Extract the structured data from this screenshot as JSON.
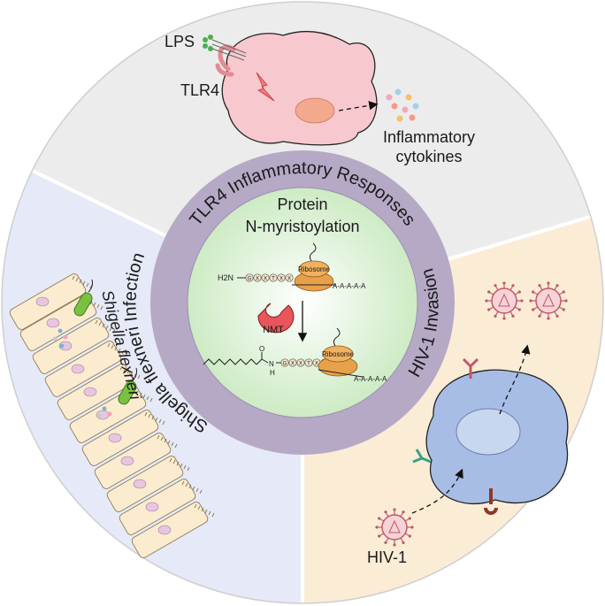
{
  "center": {
    "title_line1": "Protein",
    "title_line2": "N-myristoylation",
    "h2n": "H2N",
    "ribosome_top": "Ribosome",
    "ribosome_bottom": "Ribosome",
    "polya_top": "A-A-A-A-A",
    "polya_bottom": "A-A-A-A-A",
    "enzyme": "NMT",
    "amide_o": "O",
    "amide_h": "H",
    "amide_n": "N",
    "residues": [
      "G",
      "X",
      "X",
      "T",
      "X",
      "X"
    ]
  },
  "ring": {
    "top": "TLR4 Inflammatory Responses",
    "left": "Shigella flexneri Infection",
    "right": "HIV-1 Invasion"
  },
  "top_sector": {
    "lps": "LPS",
    "tlr4": "TLR4",
    "cytokines_line1": "Inflammatory",
    "cytokines_line2": "cytokines"
  },
  "left_sector": {
    "bacterium": "Shigella flexneri"
  },
  "right_sector": {
    "virus": "HIV-1"
  },
  "colors": {
    "top_sector": "#ececec",
    "left_sector": "#e6e9f7",
    "right_sector": "#fbecd6",
    "ring": "#b5a9c6",
    "center": "#dff3d9",
    "ribosome": "#e8a14a",
    "macrophage": "#f8c8cf",
    "tcell": "#a7bde6",
    "virus": "#c0586a",
    "bacterium": "#7ac142"
  }
}
